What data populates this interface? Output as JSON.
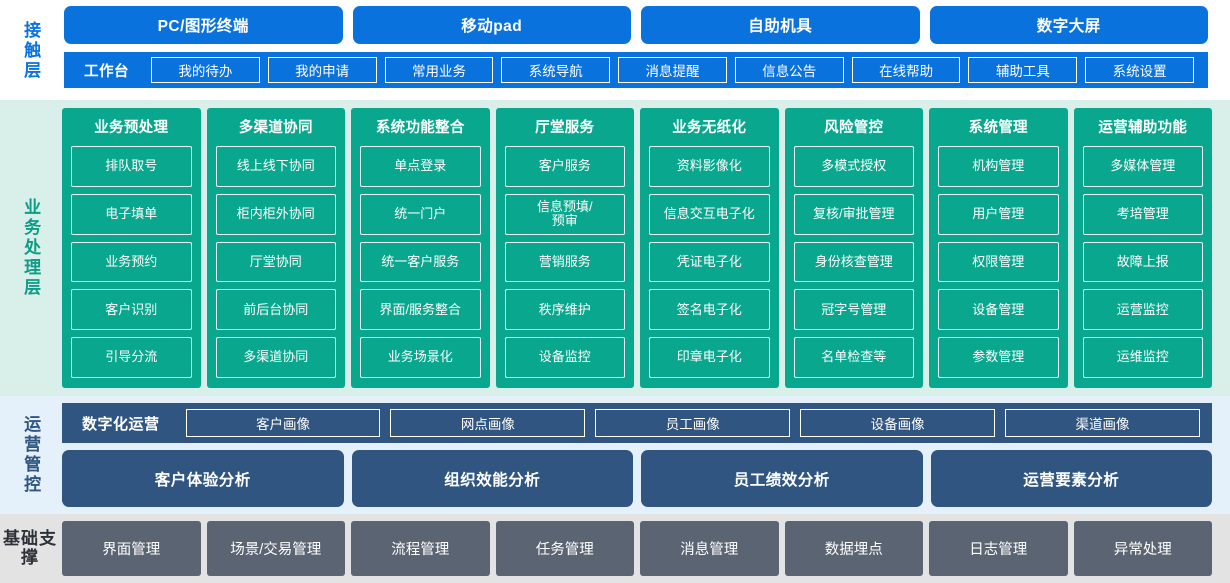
{
  "contact_layer": {
    "label": "接触层",
    "terminals": [
      "PC/图形终端",
      "移动pad",
      "自助机具",
      "数字大屏"
    ],
    "workbench_title": "工作台",
    "workbench_items": [
      "我的待办",
      "我的申请",
      "常用业务",
      "系统导航",
      "消息提醒",
      "信息公告",
      "在线帮助",
      "辅助工具",
      "系统设置"
    ],
    "accent": "#0a72dd"
  },
  "business_layer": {
    "label": "业务处理层",
    "accent": "#0aa78f",
    "background": "#d9f0ea",
    "columns": [
      {
        "title": "业务预处理",
        "items": [
          "排队取号",
          "电子填单",
          "业务预约",
          "客户识别",
          "引导分流"
        ]
      },
      {
        "title": "多渠道协同",
        "items": [
          "线上线下协同",
          "柜内柜外协同",
          "厅堂协同",
          "前后台协同",
          "多渠道协同"
        ]
      },
      {
        "title": "系统功能整合",
        "items": [
          "单点登录",
          "统一门户",
          "统一客户服务",
          "界面/服务整合",
          "业务场景化"
        ]
      },
      {
        "title": "厅堂服务",
        "items": [
          "客户服务",
          "信息预填/\n预审",
          "营销服务",
          "秩序维护",
          "设备监控"
        ]
      },
      {
        "title": "业务无纸化",
        "items": [
          "资料影像化",
          "信息交互电子化",
          "凭证电子化",
          "签名电子化",
          "印章电子化"
        ]
      },
      {
        "title": "风险管控",
        "items": [
          "多模式授权",
          "复核/审批管理",
          "身份核查管理",
          "冠字号管理",
          "名单检查等"
        ]
      },
      {
        "title": "系统管理",
        "items": [
          "机构管理",
          "用户管理",
          "权限管理",
          "设备管理",
          "参数管理"
        ]
      },
      {
        "title": "运营辅助功能",
        "items": [
          "多媒体管理",
          "考培管理",
          "故障上报",
          "运营监控",
          "运维监控"
        ]
      }
    ]
  },
  "operations_layer": {
    "label": "运营管控",
    "accent": "#2f5580",
    "background": "#e4f1fa",
    "digital_title": "数字化运营",
    "portraits": [
      "客户画像",
      "网点画像",
      "员工画像",
      "设备画像",
      "渠道画像"
    ],
    "analyses": [
      "客户体验分析",
      "组织效能分析",
      "员工绩效分析",
      "运营要素分析"
    ]
  },
  "foundation_layer": {
    "label": "基础支撑",
    "accent": "#5b6472",
    "background": "#e3e3e3",
    "items": [
      "界面管理",
      "场景/交易管理",
      "流程管理",
      "任务管理",
      "消息管理",
      "数据埋点",
      "日志管理",
      "异常处理"
    ]
  }
}
